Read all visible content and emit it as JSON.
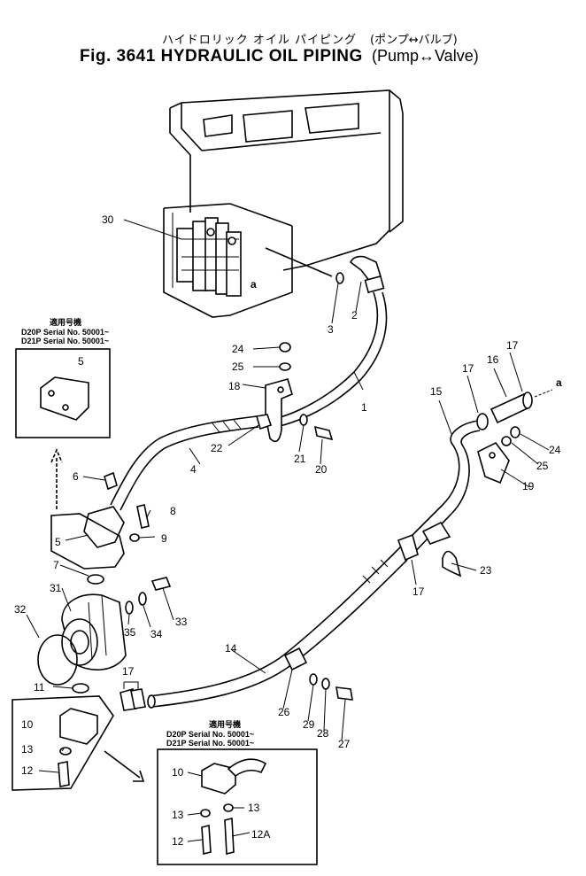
{
  "title": {
    "japanese": "ハイドロリック オイル パイピング",
    "japanese_paren": "ポンプ↔バルブ",
    "figure": "Fig. 3641",
    "english": "HYDRAULIC OIL PIPING",
    "english_paren": "(Pump↔Valve)"
  },
  "serial_box_top": {
    "heading": "適用号機",
    "line1": "D20P Serial No. 50001~",
    "line2": "D21P Serial No. 50001~"
  },
  "serial_box_bottom": {
    "heading": "適用号機",
    "line1": "D20P Serial No. 50001~",
    "line2": "D21P Serial No. 50001~"
  },
  "callouts": {
    "p1": "1",
    "p2": "2",
    "p3": "3",
    "p4": "4",
    "p5a": "5",
    "p5b": "5",
    "p6": "6",
    "p7": "7",
    "p8": "8",
    "p9": "9",
    "p10a": "10",
    "p10b": "10",
    "p11": "11",
    "p12a": "12",
    "p12b": "12",
    "p12A": "12A",
    "p13a": "13",
    "p13b": "13",
    "p13c": "13",
    "p14": "14",
    "p15": "15",
    "p16": "16",
    "p17a": "17",
    "p17b": "17",
    "p17c": "17",
    "p17d": "17",
    "p18": "18",
    "p19": "19",
    "p20": "20",
    "p21": "21",
    "p22": "22",
    "p23": "23",
    "p24a": "24",
    "p24b": "24",
    "p25a": "25",
    "p25b": "25",
    "p26": "26",
    "p27": "27",
    "p28": "28",
    "p29": "29",
    "p30": "30",
    "p31": "31",
    "p32": "32",
    "p33": "33",
    "p34": "34",
    "p35": "35",
    "refA1": "a",
    "refA2": "a"
  }
}
